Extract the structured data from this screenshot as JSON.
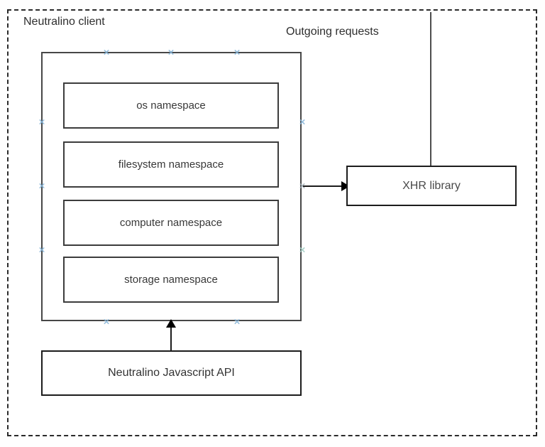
{
  "diagram": {
    "title_label": "Neutralino client",
    "outgoing_label": "Outgoing requests",
    "namespaces": [
      {
        "label": "os namespace"
      },
      {
        "label": "filesystem namespace"
      },
      {
        "label": "computer namespace"
      },
      {
        "label": "storage namespace"
      }
    ],
    "xhr_label": "XHR library",
    "api_label": "Neutralino Javascript API",
    "connection_marker_glyph": "×",
    "colors": {
      "connection_marker": "#85b4d8",
      "shape_border": "#1c1c1c",
      "container_border": "#474747",
      "dashed_border": "#2a2a2a",
      "text": "#2e2e2e",
      "background": "#ffffff"
    }
  }
}
